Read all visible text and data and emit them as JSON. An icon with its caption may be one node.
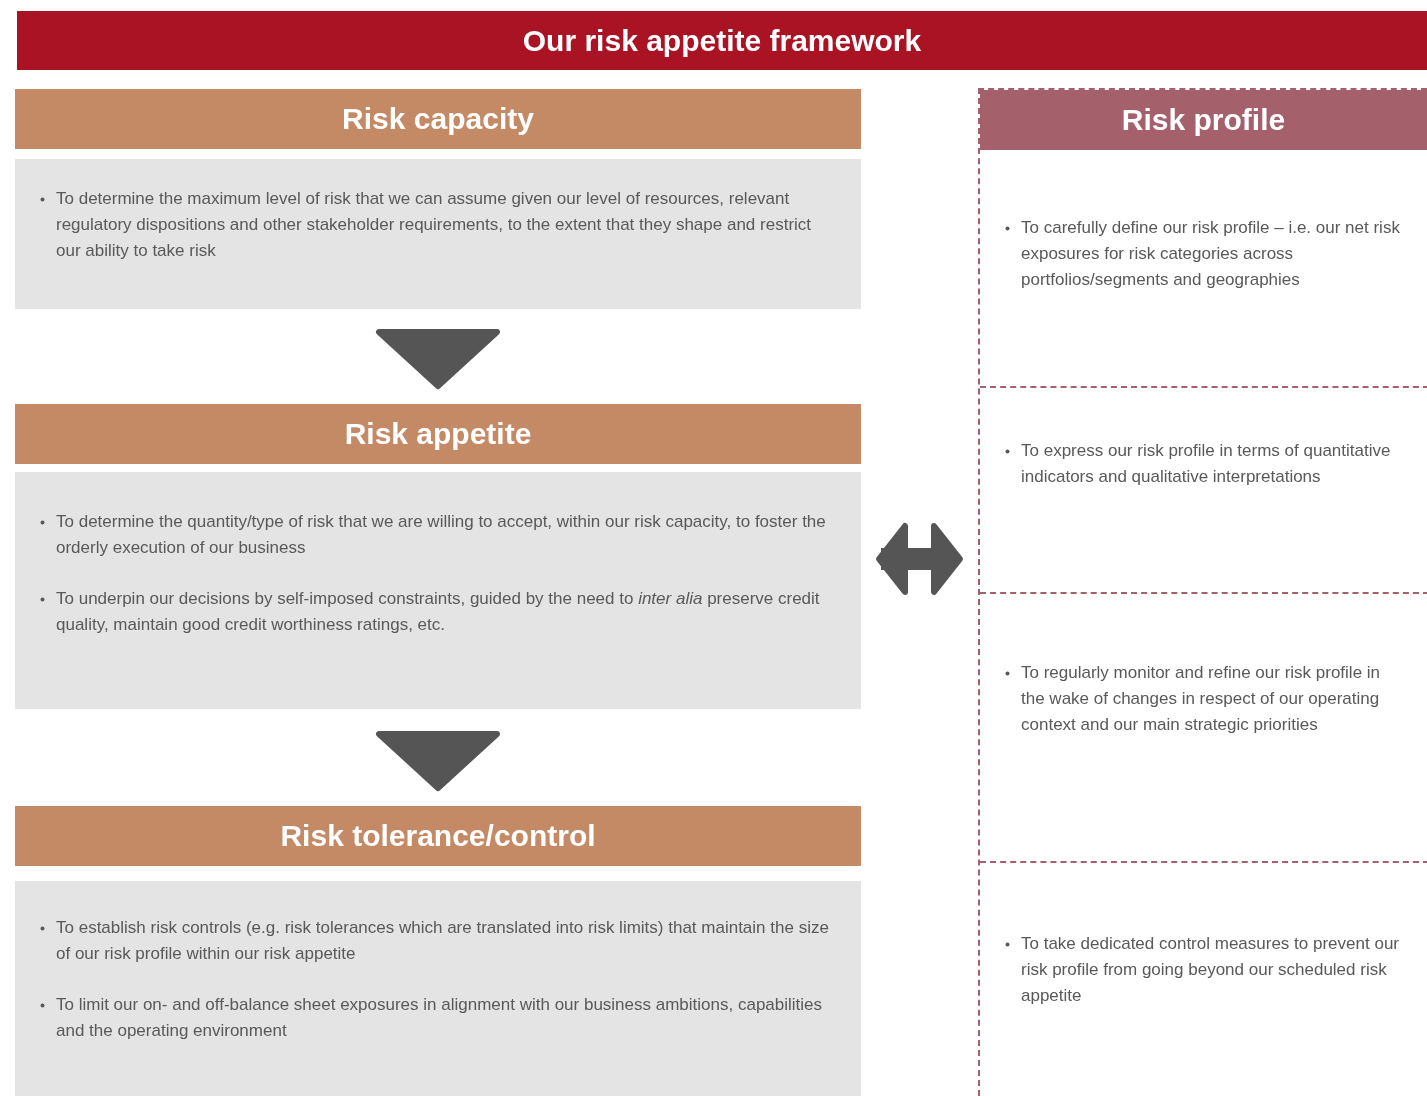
{
  "diagram": {
    "title": "Our risk appetite framework",
    "nodes": [
      {
        "text": [
          "Risk capacity"
        ]
      },
      {
        "text": [
          "To determine  the maximum level of risk that we can assume given our level of resources, relevant regulatory dispositions and other stakeholder requirements, to the extent that they shape and restrict our ability to take risk"
        ]
      },
      {
        "text": [
          "Risk appetite"
        ]
      },
      {
        "text": [
          "To determine the quantity/type of risk that we are willing to accept, within our risk capacity, to foster the orderly execution of our business",
          "To underpin our decisions by self-imposed constraints, guided by the need to *inter alia* preserve credit quality, maintain good credit worthiness ratings, etc."
        ]
      },
      {
        "text": [
          "Risk tolerance/control"
        ]
      },
      {
        "text": [
          "To establish risk controls (e.g. risk tolerances which are translated into risk limits) that maintain the size of our risk profile within our risk appetite",
          "To limit our on- and off-balance sheet exposures in alignment with our business ambitions, capabilities and the operating environment"
        ]
      },
      {
        "text": [
          "Risk profile"
        ]
      },
      {
        "text": [
          "To carefully define our risk profile – i.e. our net risk exposures for risk categories across portfolios/segments and geographies"
        ],
        "in": 6
      },
      {
        "text": [
          "To express our risk profile in terms of quantitative indicators and qualitative interpretations"
        ],
        "in": 6
      },
      {
        "text": [
          "To regularly monitor and refine our risk profile in the wake of changes in respect of our operating context and our main strategic priorities"
        ],
        "in": 6
      },
      {
        "text": [
          "To take dedicated control measures to prevent our risk profile from going beyond our scheduled risk appetite"
        ],
        "in": 6
      }
    ],
    "edges": [
      {
        "from": 1,
        "to": 2,
        "arrow": "to"
      },
      {
        "from": 3,
        "to": 4,
        "arrow": "to"
      },
      {
        "from": 3,
        "to": 6,
        "arrow": "both"
      }
    ]
  }
}
